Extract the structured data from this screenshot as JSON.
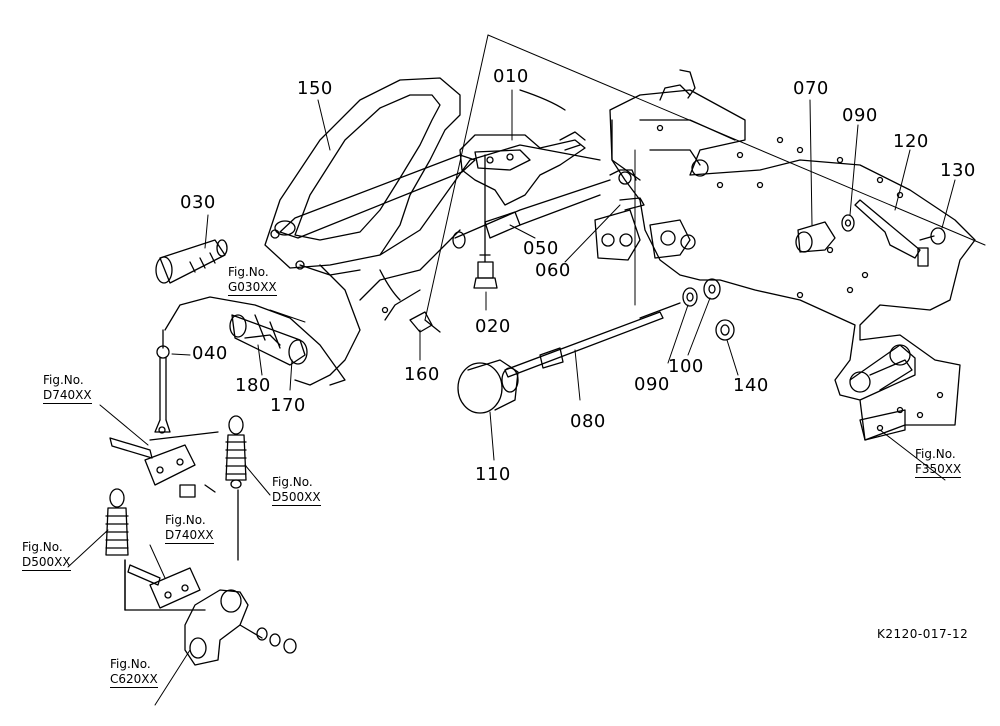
{
  "parts": [
    "150",
    "010",
    "070",
    "090",
    "120",
    "130",
    "030",
    "050",
    "060",
    "020",
    "040",
    "160",
    "180",
    "170",
    "090",
    "100",
    "140",
    "080",
    "110"
  ],
  "refs": [
    {
      "prefix": "Fig.No.",
      "code": "G030XX"
    },
    {
      "prefix": "Fig.No.",
      "code": "D740XX"
    },
    {
      "prefix": "Fig.No.",
      "code": "D500XX"
    },
    {
      "prefix": "Fig.No.",
      "code": "D740XX"
    },
    {
      "prefix": "Fig.No.",
      "code": "D500XX"
    },
    {
      "prefix": "Fig.No.",
      "code": "C620XX"
    },
    {
      "prefix": "Fig.No.",
      "code": "F350XX"
    }
  ],
  "doc_number": "K2120-017-12"
}
